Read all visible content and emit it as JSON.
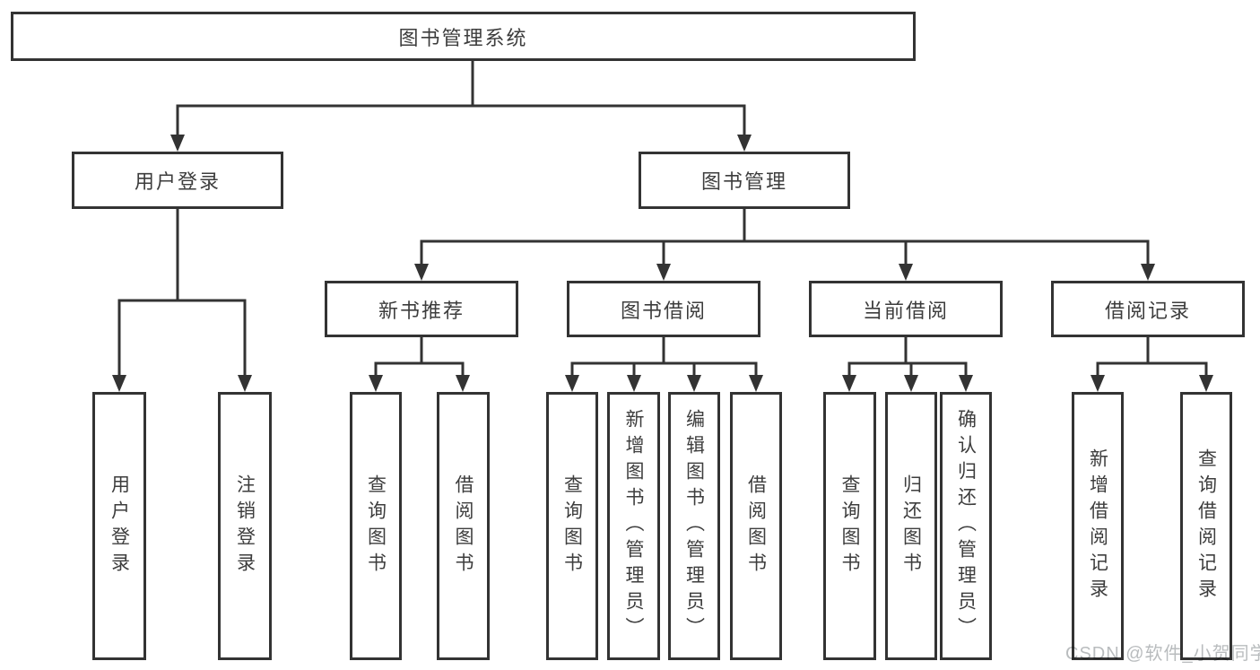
{
  "diagram_title": "图书管理系统",
  "nodes": {
    "root": "图书管理系统",
    "user_login": "用户登录",
    "book_management": "图书管理",
    "new_book_recommend": "新书推荐",
    "book_borrowing": "图书借阅",
    "current_borrowing": "当前借阅",
    "borrowing_records": "借阅记录",
    "leaves": {
      "user_login": [
        "用户登录",
        "注销登录"
      ],
      "new_book_recommend": [
        "查询图书",
        "借阅图书"
      ],
      "book_borrowing": [
        "查询图书",
        "新增图书（管理员）",
        "编辑图书（管理员）",
        "借阅图书"
      ],
      "current_borrowing": [
        "查询图书",
        "归还图书",
        "确认归还（管理员）"
      ],
      "borrowing_records": [
        "新增借阅记录",
        "查询借阅记录"
      ]
    }
  },
  "watermark": "CSDN @软件_小贺同学",
  "colors": {
    "line": "#333333",
    "text": "#3d3d3d",
    "watermark": "#b9bcbe",
    "background": "#ffffff"
  }
}
